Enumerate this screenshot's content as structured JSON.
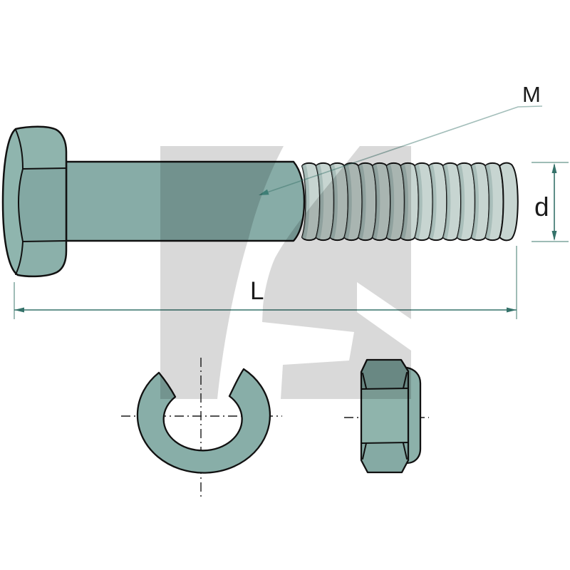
{
  "drawing": {
    "type": "technical-part-diagram",
    "parts": [
      "hex-bolt",
      "split-lock-washer",
      "hex-lock-nut"
    ],
    "labels": {
      "thread": "M",
      "diameter": "d",
      "length": "L"
    },
    "colors": {
      "part_fill": "#87ACA8",
      "part_fill_light": "#8FB4AD",
      "part_fill_dark": "#7CA09B",
      "thread_fill": "#C7D5D1",
      "thread_shadow": "#9FB5B1",
      "outline": "#111111",
      "dimension_line": "#35726A",
      "extension_line": "#7FA59E",
      "centerline": "#1A1A1A",
      "watermark_gray": "#D8D8D8",
      "label_text": "#1A1A1A"
    }
  }
}
